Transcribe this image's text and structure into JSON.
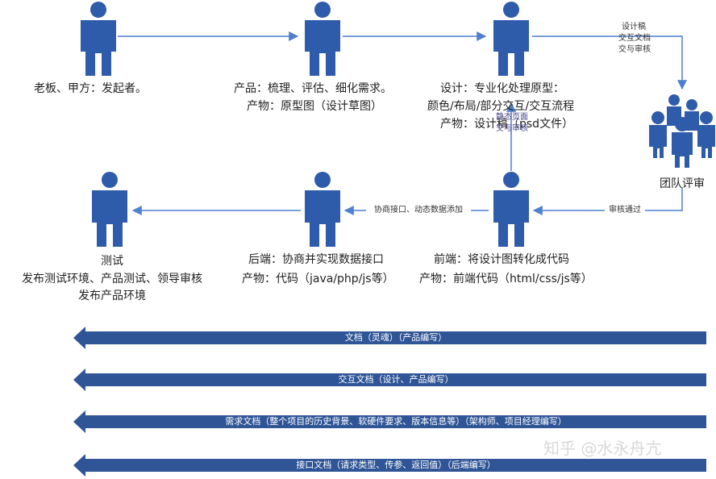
{
  "colors": {
    "figure": "#2f5bab",
    "line": "#4f7fcf",
    "band": "#2f5597",
    "band_text": "#ffffff"
  },
  "nodes": {
    "boss": {
      "lines": [
        "老板、甲方：发起者。"
      ]
    },
    "product": {
      "lines": [
        "产品：梳理、评估、细化需求。",
        "产物：原型图（设计草图）"
      ]
    },
    "design": {
      "lines": [
        "设计：专业化处理原型：",
        "颜色/布局/部分交互/交互流程",
        "产物：设计稿（psd文件）"
      ]
    },
    "team": {
      "label": "团队评审"
    },
    "frontend": {
      "lines": [
        "前端：将设计图转化成代码",
        "产物：前端代码（html/css/js等）"
      ]
    },
    "backend": {
      "lines": [
        "后端：协商并实现数据接口",
        "产物：代码（java/php/js等）"
      ]
    },
    "testing": {
      "lines": [
        "测试",
        "发布测试环境、产品测试、领导审核",
        "发布产品环境"
      ]
    }
  },
  "edges": {
    "design_to_team": [
      "设计稿",
      "交互文档",
      "交与审核"
    ],
    "frontend_to_design": [
      "静态页面",
      "交与审核"
    ],
    "team_to_frontend": "审核通过",
    "frontend_to_backend": "协商接口、动态数据添加"
  },
  "bands": [
    "文档（灵魂）（产品编写）",
    "交互文档（设计、产品编写）",
    "需求文档（整个项目的历史背景、软硬件要求、版本信息等）（架构师、项目经理编写）",
    "接口文档（请求类型、传参、返回值）（后端编写）"
  ],
  "watermark": "知乎 @水永舟亢"
}
